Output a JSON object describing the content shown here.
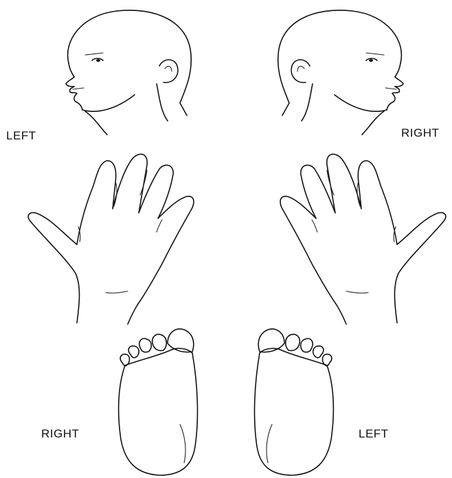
{
  "labels": {
    "head_left": "LEFT",
    "head_right": "RIGHT",
    "foot_right": "RIGHT",
    "foot_left": "LEFT"
  },
  "colors": {
    "ink": "#111111",
    "background": "#ffffff"
  }
}
